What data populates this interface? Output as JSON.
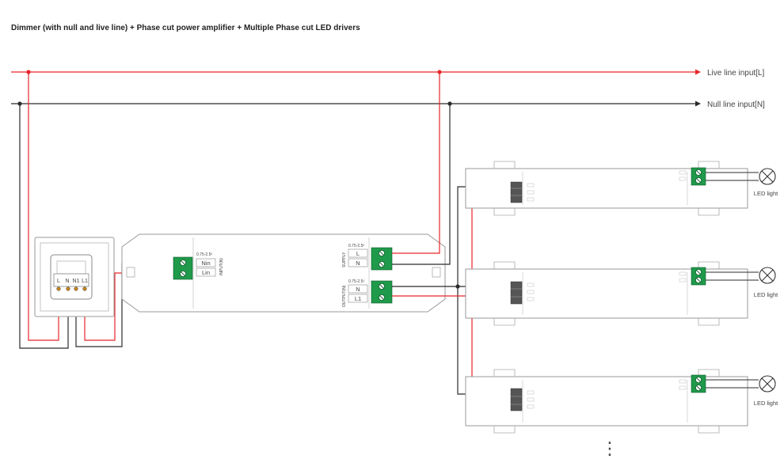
{
  "title": "Dimmer (with null and live line) + Phase cut power amplifier + Multiple Phase cut LED drivers",
  "lines": {
    "live_label": "Live line input[L]",
    "null_label": "Null line input[N]"
  },
  "dimmer": {
    "terminals": [
      "L",
      "N",
      "N1",
      "L1"
    ]
  },
  "amplifier": {
    "input_rating": "0.75-2.5²",
    "input_terminals": [
      "Nin",
      "Lin"
    ],
    "input_label": "INPUT(N)",
    "supply_rating": "0.75-2.5²",
    "supply_label": "SUPPLY",
    "supply_terminals": [
      "L",
      "N"
    ],
    "output_rating": "0.75-2.5²",
    "output_label": "OUTPUT(N)",
    "output_terminals": [
      "N",
      "L1"
    ]
  },
  "led_drivers": [
    {
      "light_label": "LED light"
    },
    {
      "light_label": "LED light"
    },
    {
      "light_label": "LED light"
    }
  ],
  "colors": {
    "live": "#e8262b",
    "null": "#2b2b2b",
    "terminal": "#1f9a4a",
    "outline": "#9a9a9a"
  },
  "continuation": "⋮"
}
